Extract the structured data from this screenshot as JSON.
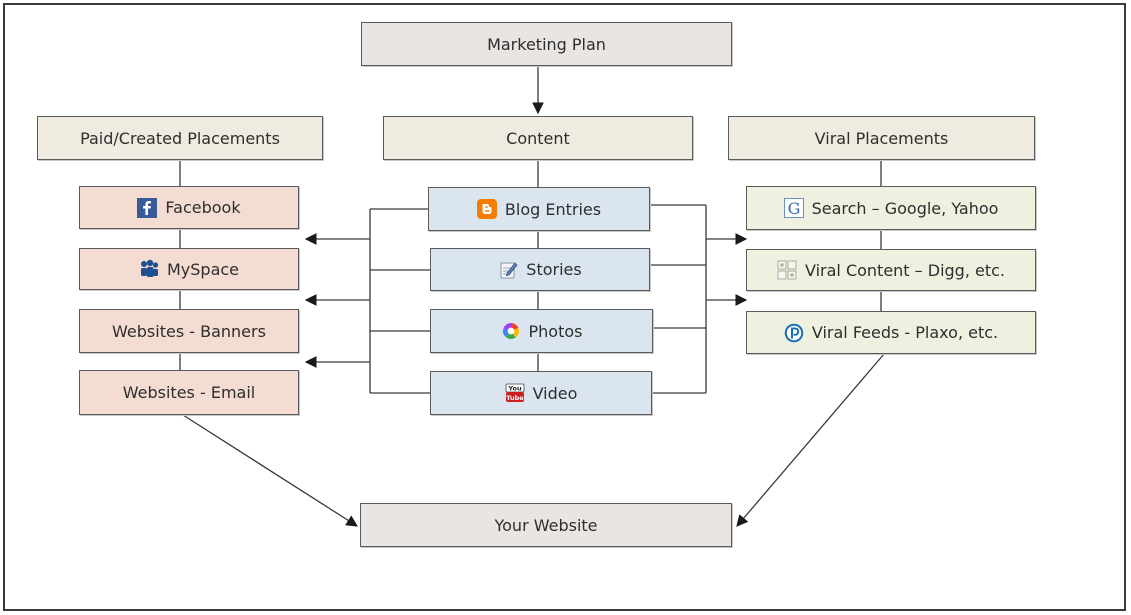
{
  "top": {
    "marketing_plan": "Marketing Plan"
  },
  "columns": {
    "paid": "Paid/Created Placements",
    "content": "Content",
    "viral": "Viral Placements"
  },
  "paid_items": [
    "Facebook",
    "MySpace",
    "Websites - Banners",
    "Websites - Email"
  ],
  "content_items": [
    "Blog Entries",
    "Stories",
    "Photos",
    "Video"
  ],
  "viral_items": [
    "Search – Google, Yahoo",
    "Viral Content – Digg, etc.",
    "Viral Feeds - Plaxo, etc."
  ],
  "bottom": {
    "your_website": "Your Website"
  },
  "icons": {
    "facebook": "facebook-icon",
    "myspace": "myspace-icon",
    "blogger": "blogger-icon",
    "stories": "pencil-note-icon",
    "photos": "picasa-icon",
    "video": "youtube-icon",
    "google": "google-icon",
    "digg": "digg-icon",
    "plaxo": "plaxo-icon"
  },
  "colors": {
    "header_fill": "#efebe1",
    "title_fill": "#e9e5e3",
    "paid_fill": "#f4dcd2",
    "content_fill": "#dbe5f0",
    "viral_fill": "#eef0e0",
    "line": "#3a3a3a"
  }
}
